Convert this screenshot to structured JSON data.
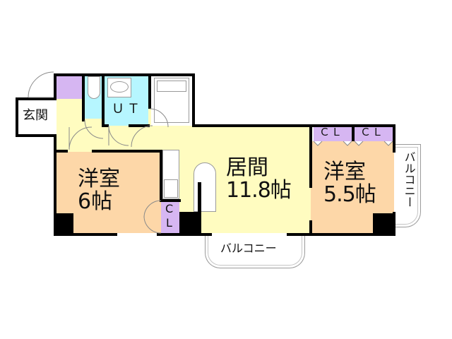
{
  "colors": {
    "hallway": "#fffcc0",
    "living": "#fffcc0",
    "western_room": "#fdd7a8",
    "closet": "#d6b6f2",
    "wet_area": "#b6f6ff",
    "wall": "#000000",
    "background": "#ffffff"
  },
  "rooms": {
    "entrance": {
      "label": "玄関"
    },
    "unit_bath": {
      "label": "ＵＴ"
    },
    "western_room_1": {
      "name": "洋室",
      "size": "6帖"
    },
    "living": {
      "name": "居間",
      "size": "11.8帖"
    },
    "western_room_2": {
      "name": "洋室",
      "size": "5.5帖"
    },
    "closet_small": {
      "line1": "C",
      "line2": "L"
    },
    "closet_right_1": {
      "label": "ＣＬ"
    },
    "closet_right_2": {
      "label": "ＣＬ"
    },
    "balcony_bottom": {
      "label": "バルコニー"
    },
    "balcony_right": {
      "label": "バルコニー"
    }
  }
}
